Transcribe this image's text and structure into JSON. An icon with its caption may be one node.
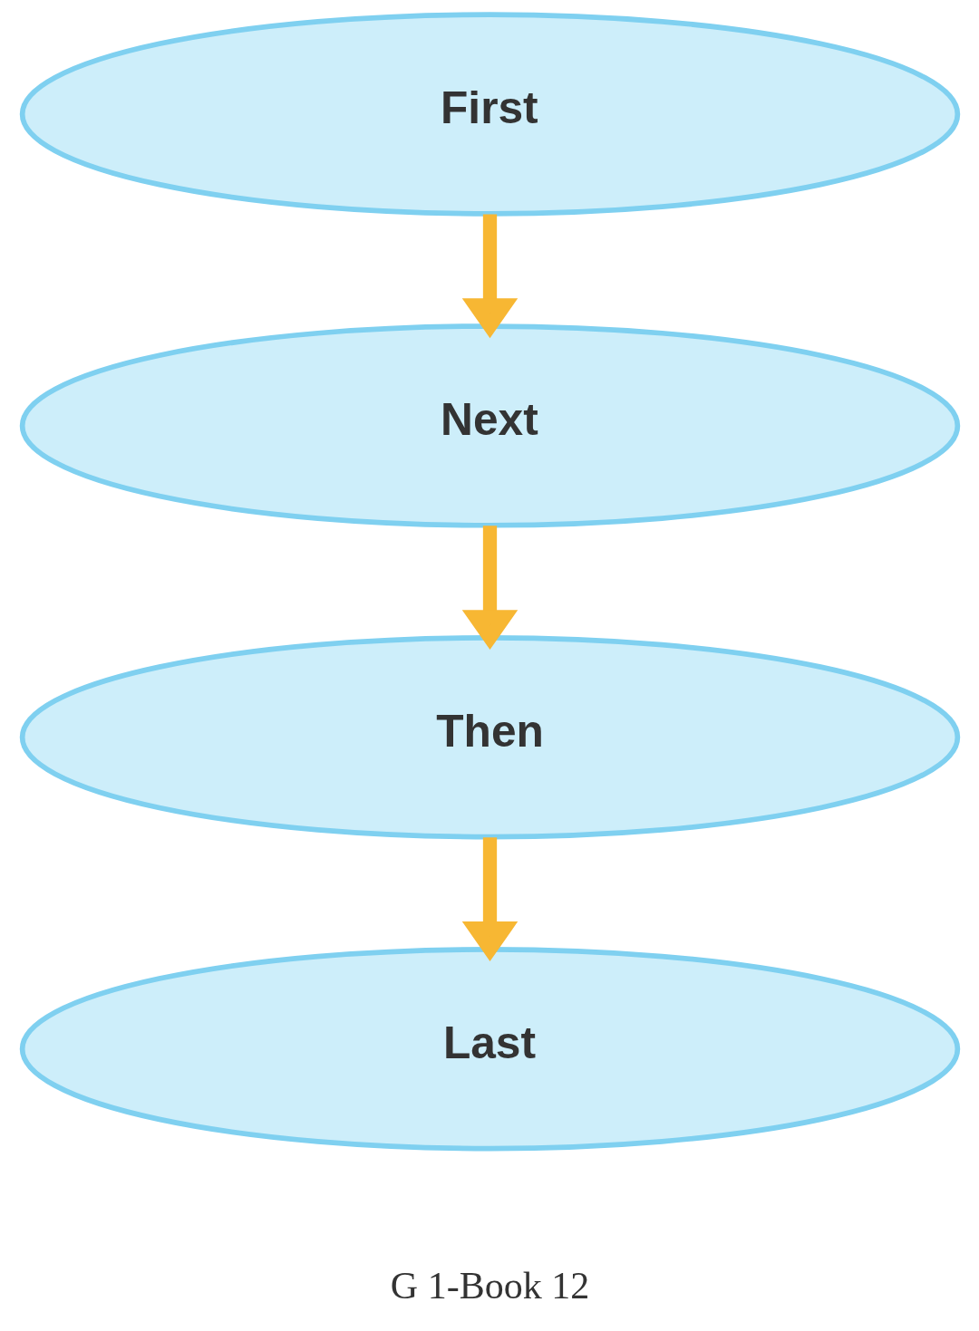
{
  "diagram": {
    "nodes": [
      {
        "text": [
          "First"
        ]
      },
      {
        "text": [
          "Next"
        ]
      },
      {
        "text": [
          "Then"
        ]
      },
      {
        "text": [
          "Last"
        ]
      }
    ],
    "edges": [
      {
        "from": 0,
        "to": 1,
        "arrow": "to"
      },
      {
        "from": 1,
        "to": 2,
        "arrow": "to"
      },
      {
        "from": 2,
        "to": 3,
        "arrow": "to"
      }
    ],
    "labels": [
      "G 1-Book 12"
    ]
  }
}
